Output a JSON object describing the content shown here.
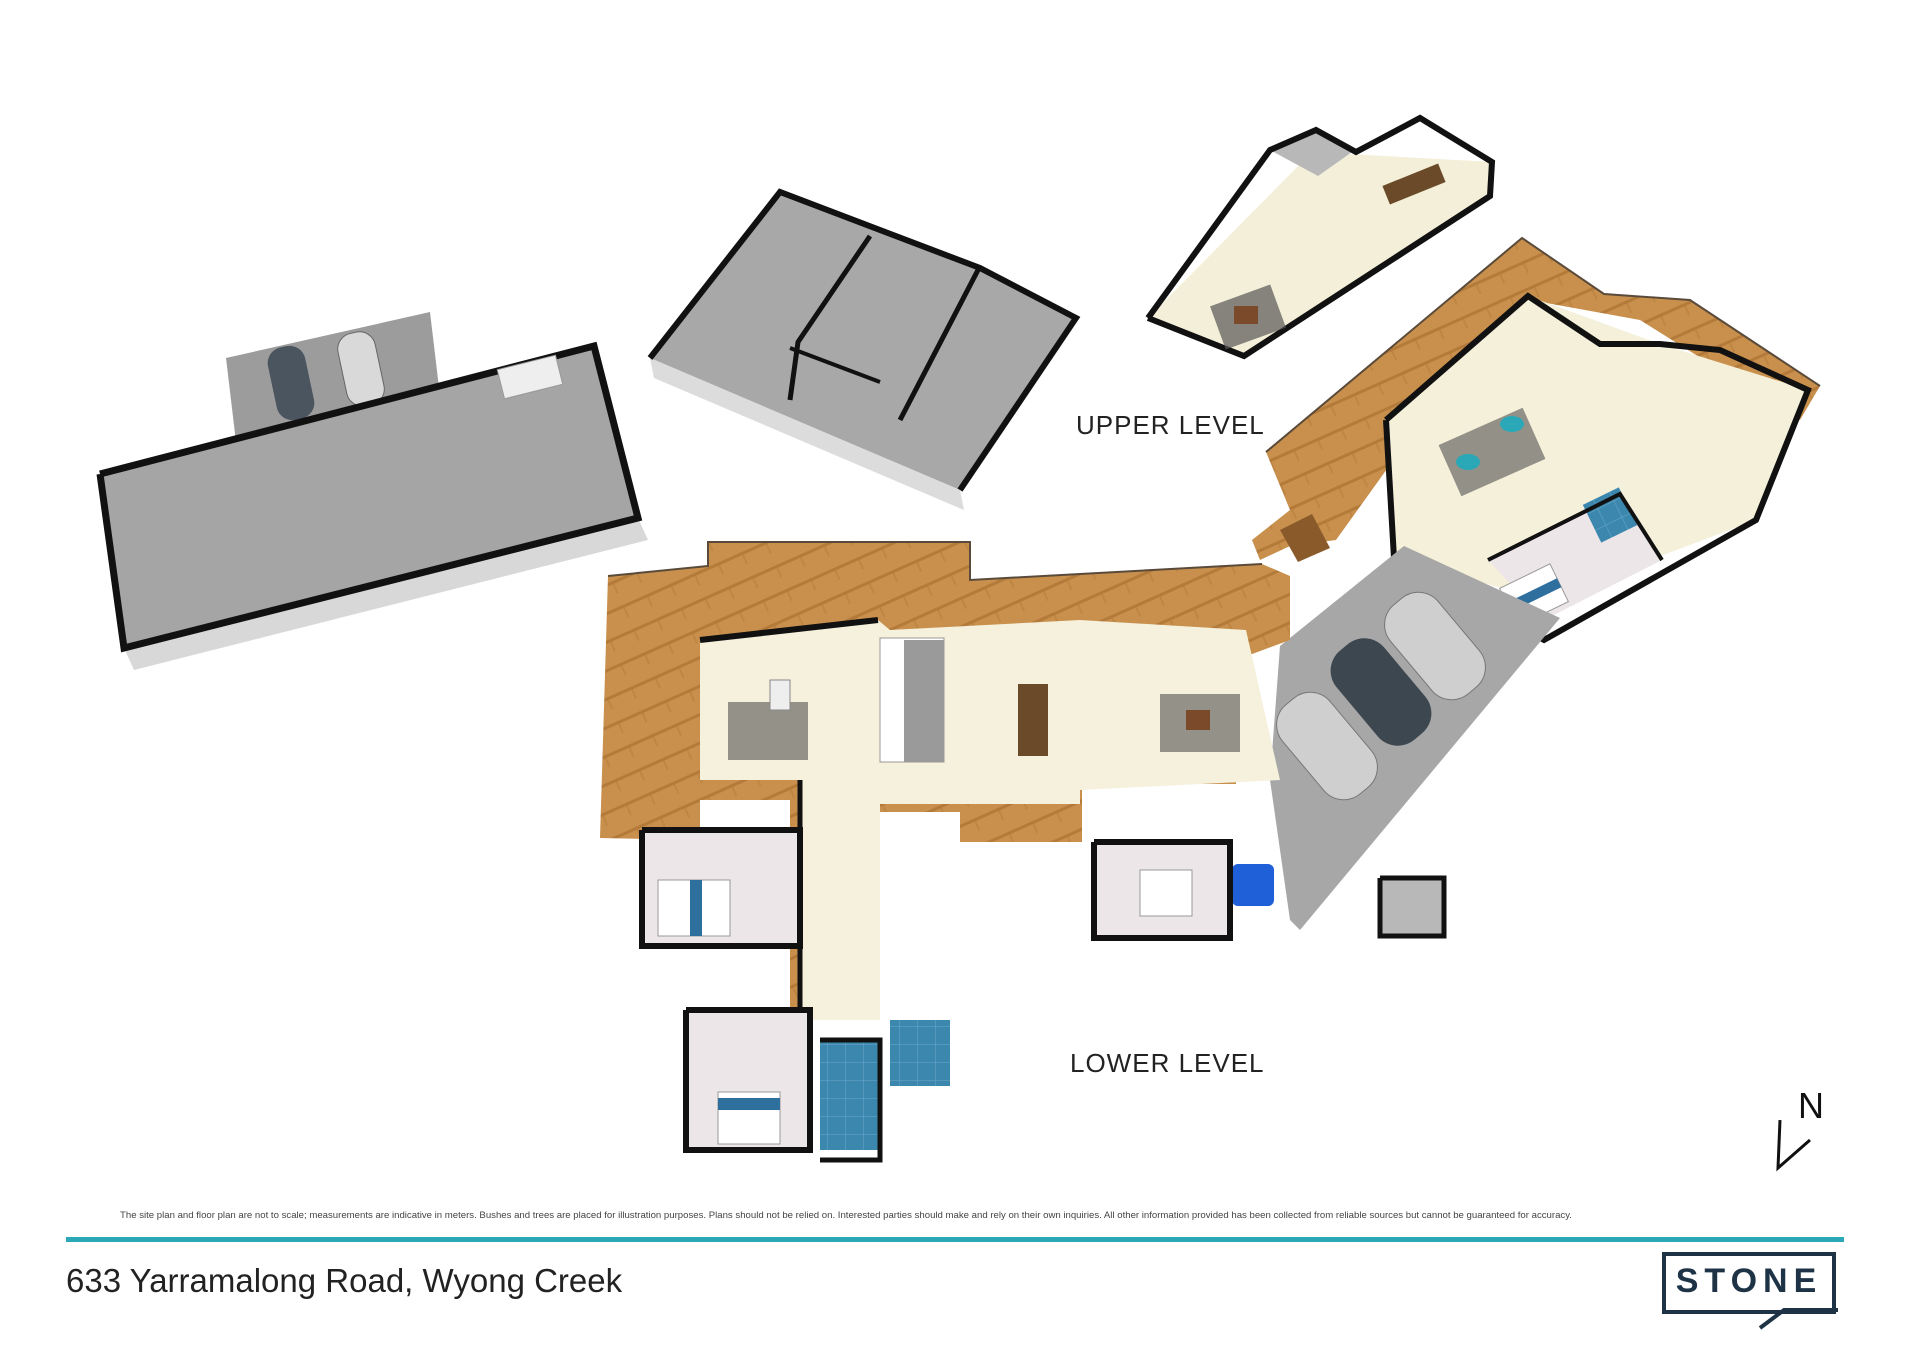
{
  "labels": {
    "upper_level": "UPPER LEVEL",
    "lower_level": "LOWER LEVEL",
    "north": "N"
  },
  "disclaimer": "The site plan and floor plan are not to scale; measurements are indicative in meters. Bushes and trees are placed for illustration purposes. Plans should not be relied on. Interested parties should make and rely on their own inquiries. All other information provided has been collected from reliable sources but cannot be guaranteed for accuracy.",
  "address": "633 Yarramalong Road, Wyong Creek",
  "brand": "STONE",
  "colors": {
    "deck": "#c8904c",
    "floor": "#f5f1dc",
    "concrete": "#a7a7a7",
    "wall": "#111111",
    "accent": "#2aa8b8",
    "logo": "#1f3347"
  }
}
